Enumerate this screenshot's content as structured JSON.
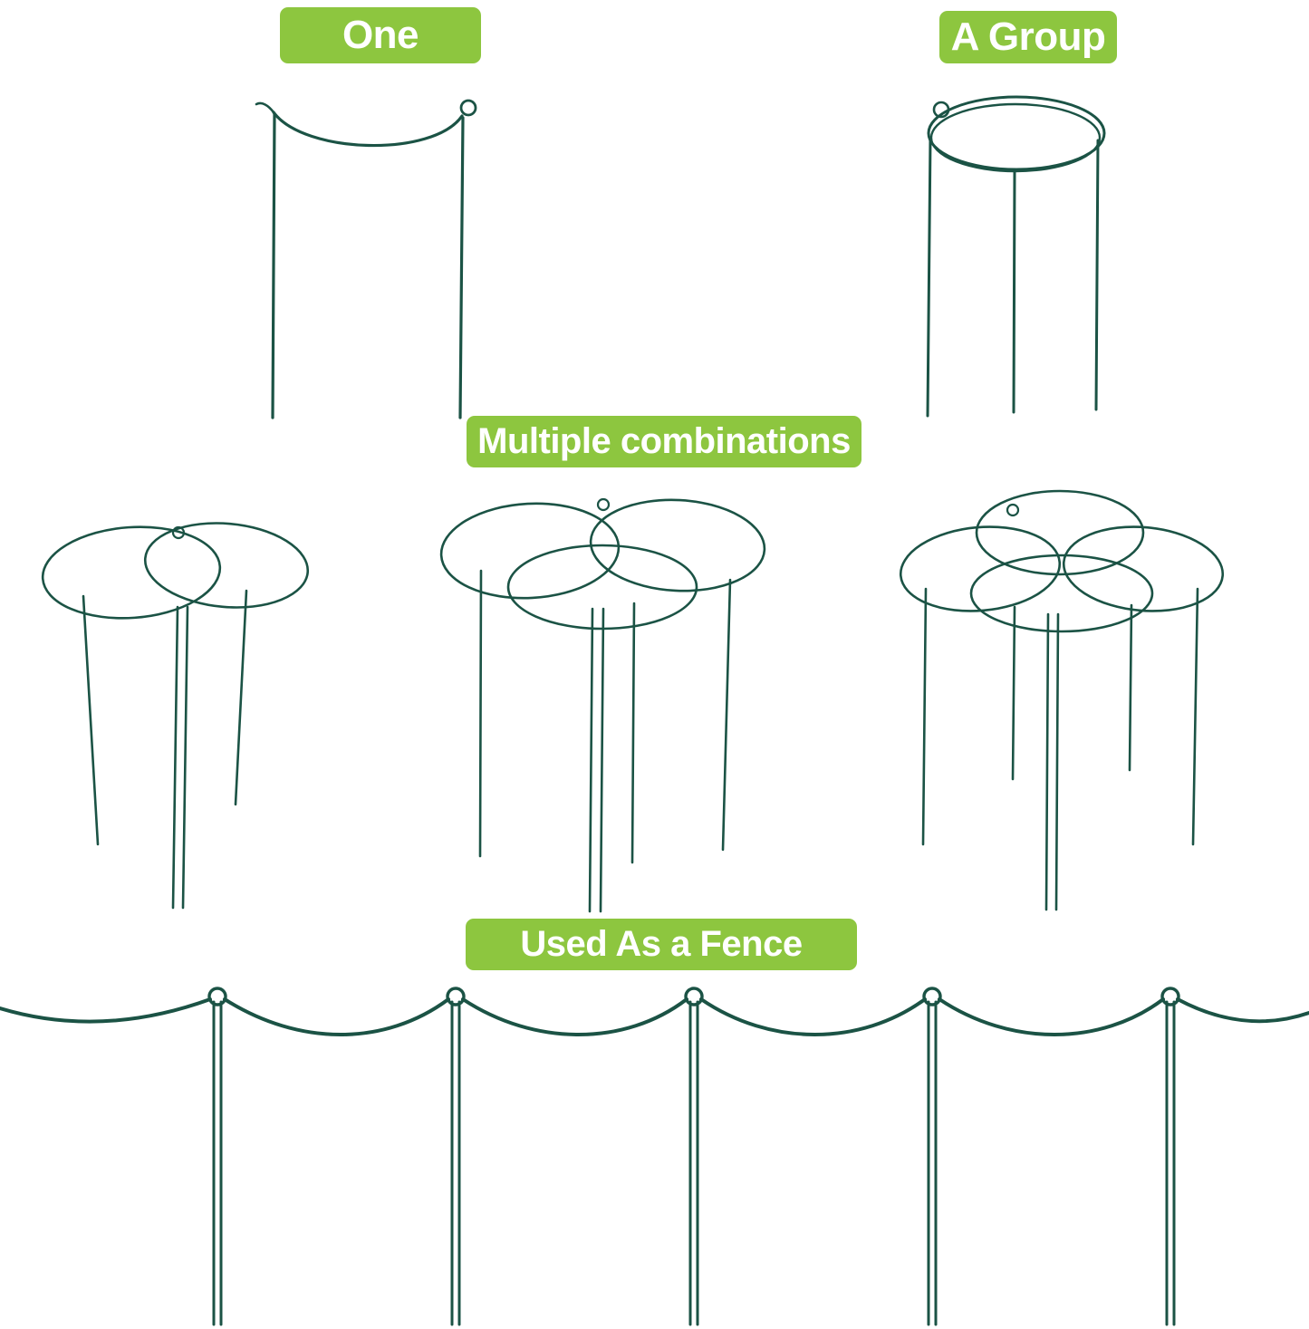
{
  "labels": {
    "one": "One",
    "group": "A Group",
    "combinations": "Multiple combinations",
    "fence": "Used As a Fence"
  },
  "colors": {
    "label_background": "#8dc63f",
    "label_text": "#ffffff",
    "wire": "#1b5345",
    "background": "#ffffff"
  }
}
